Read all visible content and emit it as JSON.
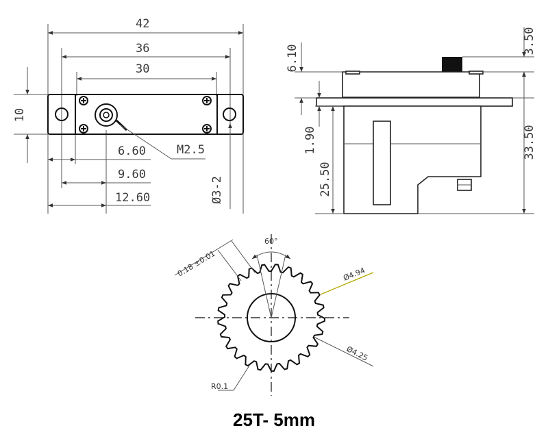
{
  "top_view": {
    "dims": {
      "d42": "42",
      "d36": "36",
      "d30": "30",
      "d10": "10",
      "d660": "6.60",
      "d960": "9.60",
      "d1260": "12.60",
      "hole": "M2.5",
      "dia": "Ø3-2"
    }
  },
  "side_view": {
    "dims": {
      "d610": "6.10",
      "d350": "3.50",
      "d190": "1.90",
      "d2550": "25.50",
      "d3350": "33.50"
    }
  },
  "gear_view": {
    "dims": {
      "tooth": "0.18 ±0.01",
      "angle": "60°",
      "outer": "Ø4.94",
      "inner": "Ø4.25",
      "radius": "R0.1"
    },
    "teeth": 25
  },
  "caption": "25T- 5mm"
}
